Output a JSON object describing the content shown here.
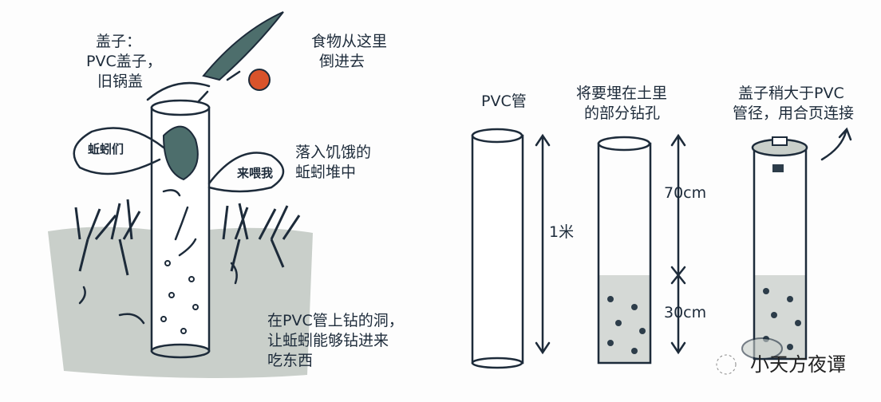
{
  "left": {
    "lid_label": [
      "盖子：",
      "PVC盖子，",
      "旧锅盖"
    ],
    "food_label": [
      "食物从这里",
      "倒进去"
    ],
    "worms_bubble": "蚯蚓们",
    "feed_bubble": "来喂我",
    "fall_label": [
      "落入饥饿的",
      "蚯蚓堆中"
    ],
    "holes_label": [
      "在PVC管上钻的洞，",
      "让蚯蚓能够钻进来",
      "吃东西"
    ]
  },
  "right": {
    "pipe_label": "PVC管",
    "length_label": "1米",
    "drill_label": [
      "将要埋在土里",
      "的部分钻孔"
    ],
    "upper_label": "70cm",
    "lower_label": "30cm",
    "cap_label": [
      "盖子稍大于PVC",
      "管径，用合页连接"
    ]
  },
  "watermark": "小天方夜谭",
  "colors": {
    "ink": "#1d2b3a",
    "soil": "#c9cfca",
    "leaf": "#4d6e6c",
    "apple": "#d9532b"
  }
}
